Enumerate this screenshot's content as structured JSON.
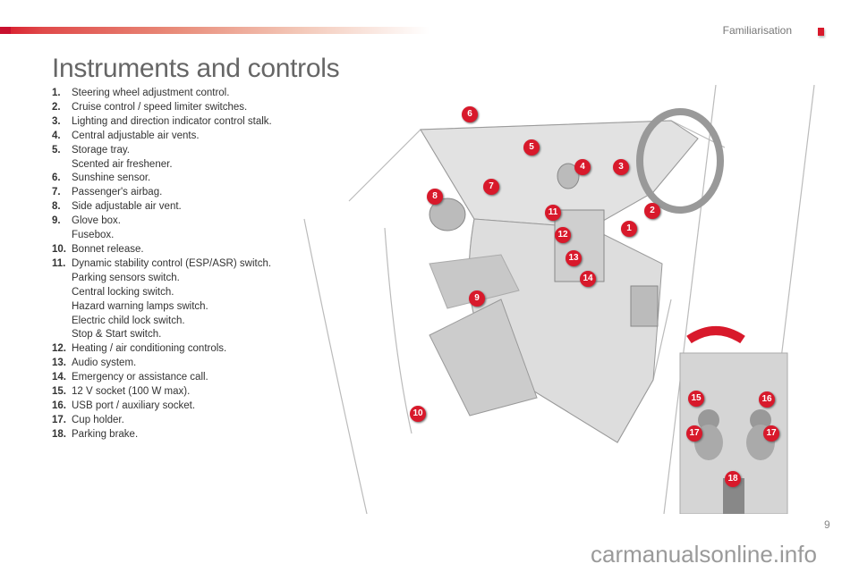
{
  "header": {
    "section": "Familiarisation"
  },
  "title": "Instruments and controls",
  "items": [
    {
      "num": "1.",
      "lines": [
        "Steering wheel adjustment control."
      ]
    },
    {
      "num": "2.",
      "lines": [
        "Cruise control / speed limiter switches."
      ]
    },
    {
      "num": "3.",
      "lines": [
        "Lighting and direction indicator control stalk."
      ]
    },
    {
      "num": "4.",
      "lines": [
        "Central adjustable air vents."
      ]
    },
    {
      "num": "5.",
      "lines": [
        "Storage tray.",
        "Scented air freshener."
      ]
    },
    {
      "num": "6.",
      "lines": [
        "Sunshine sensor."
      ]
    },
    {
      "num": "7.",
      "lines": [
        "Passenger's airbag."
      ]
    },
    {
      "num": "8.",
      "lines": [
        "Side adjustable air vent."
      ]
    },
    {
      "num": "9.",
      "lines": [
        "Glove box.",
        "Fusebox."
      ]
    },
    {
      "num": "10.",
      "lines": [
        "Bonnet release."
      ]
    },
    {
      "num": "11.",
      "lines": [
        "Dynamic stability control (ESP/ASR) switch.",
        "Parking sensors switch.",
        "Central locking switch.",
        "Hazard warning lamps switch.",
        "Electric child lock switch.",
        "Stop & Start switch."
      ]
    },
    {
      "num": "12.",
      "lines": [
        "Heating / air conditioning controls."
      ]
    },
    {
      "num": "13.",
      "lines": [
        "Audio system."
      ]
    },
    {
      "num": "14.",
      "lines": [
        "Emergency or assistance call."
      ]
    },
    {
      "num": "15.",
      "lines": [
        "12 V socket (100 W max)."
      ]
    },
    {
      "num": "16.",
      "lines": [
        "USB port / auxiliary socket."
      ]
    },
    {
      "num": "17.",
      "lines": [
        "Cup holder."
      ]
    },
    {
      "num": "18.",
      "lines": [
        "Parking brake."
      ]
    }
  ],
  "callouts": [
    "6",
    "5",
    "4",
    "3",
    "7",
    "8",
    "2",
    "11",
    "12",
    "1",
    "13",
    "14",
    "9",
    "10",
    "15",
    "16",
    "17",
    "17",
    "18"
  ],
  "page_number": "9",
  "watermark": "carmanualsonline.info",
  "colors": {
    "accent": "#d8192b"
  }
}
